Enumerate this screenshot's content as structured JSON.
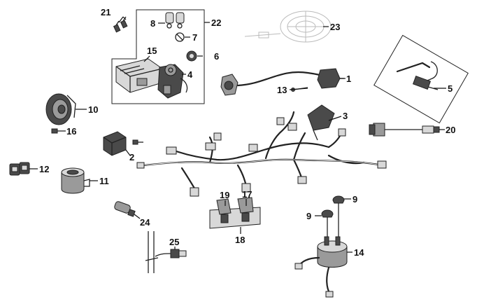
{
  "callouts": {
    "c1": "1",
    "c2": "2",
    "c3": "3",
    "c4": "4",
    "c5": "5",
    "c6": "6",
    "c7": "7",
    "c8": "8",
    "c9a": "9",
    "c9b": "9",
    "c10": "10",
    "c11": "11",
    "c12": "12",
    "c13": "13",
    "c14": "14",
    "c15": "15",
    "c16": "16",
    "c17": "17",
    "c18": "18",
    "c19": "19",
    "c20": "20",
    "c21": "21",
    "c22": "22",
    "c23": "23",
    "c24": "24",
    "c25": "25"
  }
}
